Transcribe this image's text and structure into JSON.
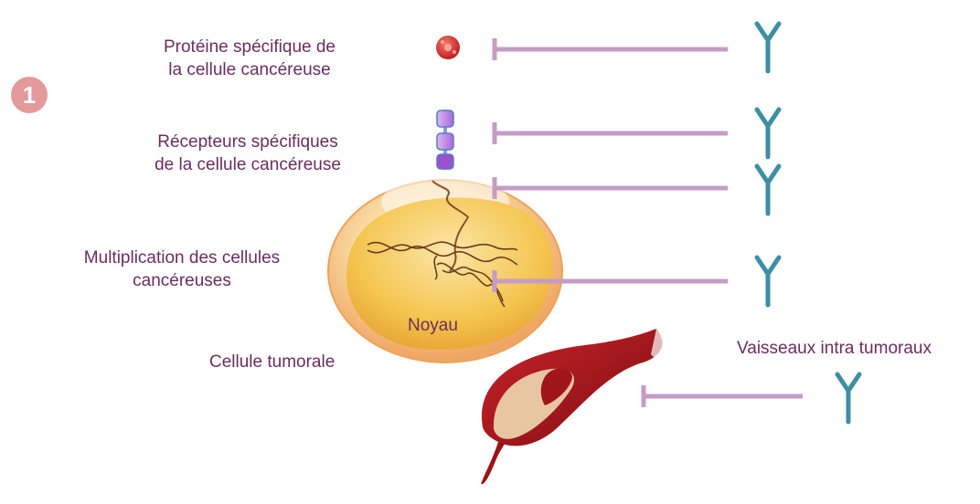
{
  "step_number": "1",
  "labels": {
    "protein": [
      "Protéine spécifique de",
      "la cellule cancéreuse"
    ],
    "receptors": [
      "Récepteurs spécifiques",
      "de la cellule cancéreuse"
    ],
    "multiplication": [
      "Multiplication des cellules",
      "cancéreuses"
    ],
    "tumor_cell": "Cellule tumorale",
    "nucleus": "Noyau",
    "vessels": "Vaisseaux intra tumoraux"
  },
  "colors": {
    "text": "#6b2d5f",
    "inhibition_line": "#c59cc5",
    "antibody": "#3d8fa2",
    "badge": "#e39a9a",
    "vessel": "#a61a1f",
    "cell": "#f7d28a",
    "nucleus": "#f2c14a"
  }
}
